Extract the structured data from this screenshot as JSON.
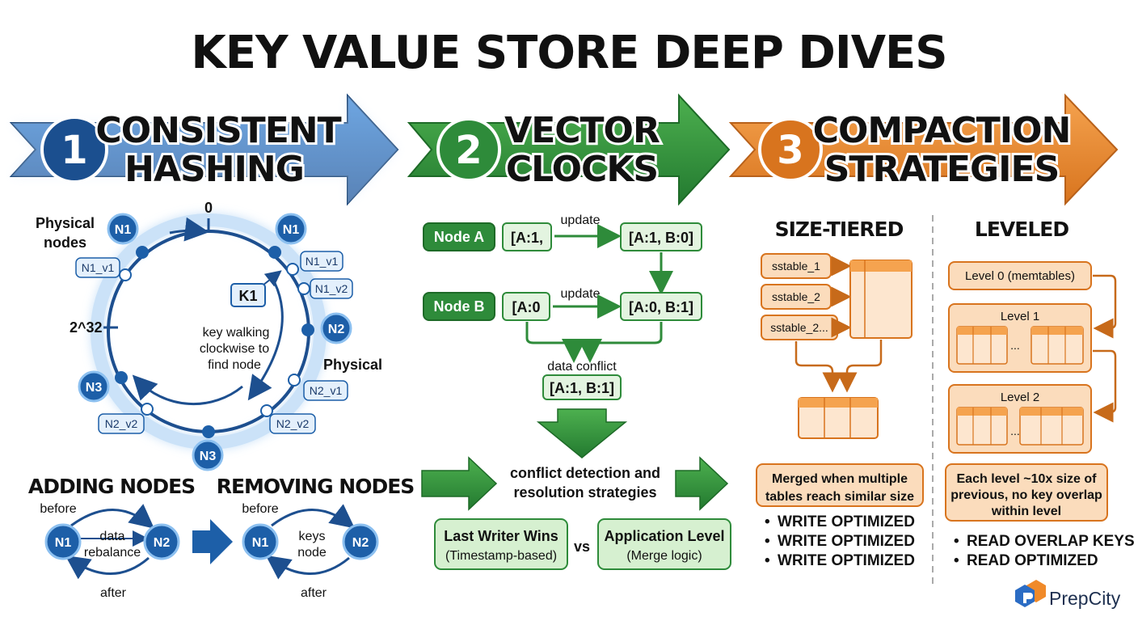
{
  "title": "KEY VALUE STORE DEEP DIVES",
  "sections": [
    {
      "number": "1",
      "line1": "CONSISTENT",
      "line2": "HASHING",
      "color": "#1f5fa6"
    },
    {
      "number": "2",
      "line1": "VECTOR",
      "line2": "CLOCKS",
      "color": "#2e8b3a"
    },
    {
      "number": "3",
      "line1": "COMPACTION",
      "line2": "STRATEGIES",
      "color": "#e8892f"
    }
  ],
  "hashing": {
    "ring_zero": "0",
    "ring_max": "2^32",
    "physical_nodes_label_1": "Physical",
    "physical_nodes_label_2": "nodes",
    "physical_label": "Physical",
    "nodes": {
      "n1_left": "N1",
      "n1_right": "N1",
      "n2": "N2",
      "n3_left": "N3",
      "n3_bottom": "N3"
    },
    "vnodes": {
      "n1_v1_left": "N1_v1",
      "n1_v1_right": "N1_v1",
      "n1_v2": "N1_v2",
      "n2_v1": "N2_v1",
      "n2_v2_left": "N2_v2",
      "n2_v2_right": "N2_v2"
    },
    "key": "K1",
    "key_text": [
      "key walking",
      "clockwise to",
      "find node"
    ],
    "adding": {
      "heading": "ADDING NODES",
      "before": "before",
      "after": "after",
      "left": "N1",
      "right": "N2",
      "middle": [
        "data",
        "rebalance"
      ]
    },
    "removing": {
      "heading": "REMOVING NODES",
      "before": "before",
      "after": "after",
      "left": "N1",
      "right": "N2",
      "middle": [
        "keys",
        "node"
      ]
    }
  },
  "vector": {
    "node_a": "Node A",
    "node_b": "Node B",
    "a_start": "[A:1,",
    "a_end": "[A:1, B:0]",
    "b_start": "[A:0",
    "b_end": "[A:0, B:1]",
    "update_label": "update",
    "conflict_label": "data conflict",
    "conflict_value": "[A:1, B:1]",
    "strategy_text": [
      "conflict detection and",
      "resolution strategies"
    ],
    "option_1": [
      "Last Writer Wins",
      "(Timestamp-based)"
    ],
    "vs": "vs",
    "option_2": [
      "Application Level",
      "(Merge logic)"
    ]
  },
  "compaction": {
    "size_tiered": {
      "heading": "SIZE-TIERED",
      "sstables": [
        "sstable_1",
        "sstable_2",
        "sstable_2..."
      ],
      "note": [
        "Merged when multiple",
        "tables reach similar size"
      ],
      "bullets": [
        "WRITE OPTIMIZED",
        "WRITE OPTIMIZED",
        "WRITE OPTIMIZED"
      ]
    },
    "leveled": {
      "heading": "LEVELED",
      "level0": "Level 0 (memtables)",
      "level1": "Level 1",
      "level2": "Level 2",
      "ellipsis": "...",
      "note": [
        "Each level ~10x size of",
        "previous, no key overlap",
        "within level"
      ],
      "bullets": [
        "READ OVERLAP KEYS",
        "READ OPTIMIZED"
      ]
    }
  },
  "brand": "PrepCity"
}
